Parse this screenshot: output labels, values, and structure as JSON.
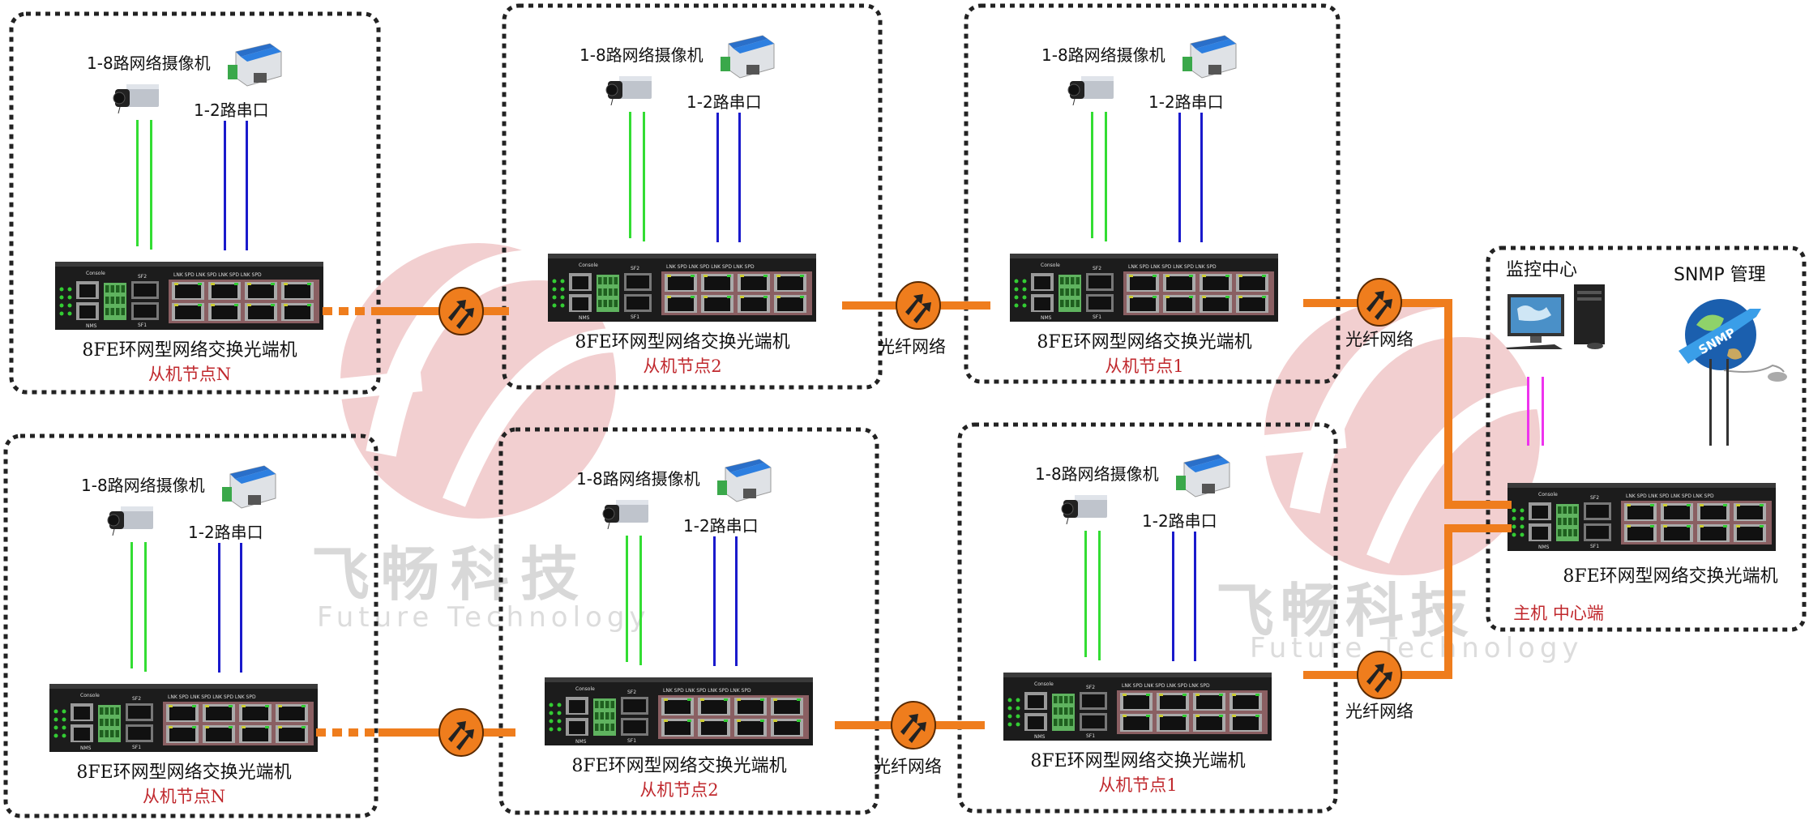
{
  "watermark": {
    "text_cn": "飞畅科技",
    "text_en": "Future Technology",
    "color": "#e8a9aa"
  },
  "colors": {
    "fiber": "#ef7d1d",
    "camera_line": "#33dd33",
    "serial_line": "#1a1acc",
    "monitor_line": "#ee33ee",
    "snmp_line": "#333333",
    "node_label": "#c0282d",
    "frame": "#222222"
  },
  "device_labels": {
    "console": "Console",
    "sf2": "SF2",
    "sf1": "SF1",
    "nms": "NMS",
    "lnk": "LNK",
    "spd": "SPD"
  },
  "nodes": [
    {
      "id": "top-n",
      "camera_label": "1-8路网络摄像机",
      "serial_label": "1-2路串口",
      "title": "8FE环网型网络交换光端机",
      "role": "从机节点N"
    },
    {
      "id": "top-2",
      "camera_label": "1-8路网络摄像机",
      "serial_label": "1-2路串口",
      "title": "8FE环网型网络交换光端机",
      "role": "从机节点2"
    },
    {
      "id": "top-1",
      "camera_label": "1-8路网络摄像机",
      "serial_label": "1-2路串口",
      "title": "8FE环网型网络交换光端机",
      "role": "从机节点1"
    },
    {
      "id": "bottom-n",
      "camera_label": "1-8路网络摄像机",
      "serial_label": "1-2路串口",
      "title": "8FE环网型网络交换光端机",
      "role": "从机节点N"
    },
    {
      "id": "bottom-2",
      "camera_label": "1-8路网络摄像机",
      "serial_label": "1-2路串口",
      "title": "8FE环网型网络交换光端机",
      "role": "从机节点2"
    },
    {
      "id": "bottom-1",
      "camera_label": "1-8路网络摄像机",
      "serial_label": "1-2路串口",
      "title": "8FE环网型网络交换光端机",
      "role": "从机节点1"
    }
  ],
  "host": {
    "monitor_label": "监控中心",
    "snmp_label": "SNMP 管理",
    "globe_text": "SNMP",
    "title": "8FE环网型网络交换光端机",
    "role": "主机 中心端"
  },
  "links": {
    "fiber_label": "光纤网络"
  }
}
